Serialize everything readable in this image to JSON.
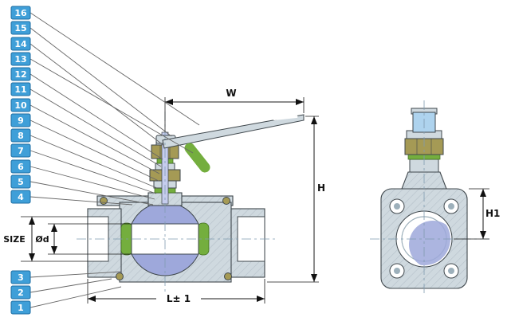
{
  "drawing": {
    "callouts": [
      "16",
      "15",
      "14",
      "13",
      "12",
      "11",
      "10",
      "9",
      "8",
      "7",
      "6",
      "5",
      "4",
      "3",
      "2",
      "1"
    ],
    "dimensions": {
      "w": "W",
      "h": "H",
      "h1": "H1",
      "l": "L± 1",
      "size": "SIZE",
      "bore": "Ød"
    }
  },
  "colors": {
    "callout_bg": "#3f9fd8",
    "callout_border": "#1d6ea3",
    "steel": "#cfd9df",
    "steel_dark": "#9db0bb",
    "outline": "#3f474c",
    "ball": "#9ea8db",
    "seal_green": "#74ae3e",
    "brass": "#a59a55",
    "handle_blue": "#aed3ee",
    "stem_blue": "#c6cdee",
    "dim_line": "#1a1a1a"
  }
}
